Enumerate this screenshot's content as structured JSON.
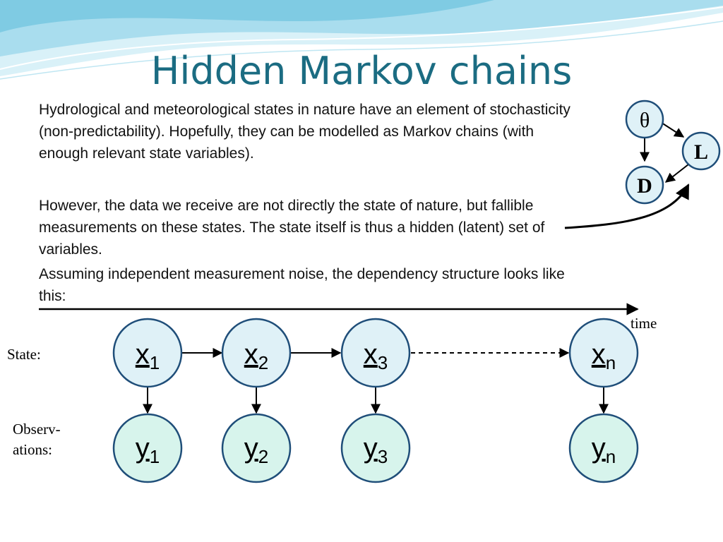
{
  "slide": {
    "title": "Hidden Markov chains",
    "paragraphs": [
      "Hydrological and meteorological states in nature have an element of stochasticity (non-predictability). Hopefully, they can be modelled as Markov chains (with enough relevant state variables).",
      "However, the data we receive are not directly the state of nature, but fallible measurements on these states. The state itself is thus a hidden (latent) set of variables.",
      "Assuming independent measurement noise, the dependency structure looks like this:"
    ],
    "labels": {
      "state": "State:",
      "observations_line1": "Observ-",
      "observations_line2": "ations:",
      "time": "time"
    }
  },
  "small_graph": {
    "nodes": [
      {
        "id": "theta",
        "label": "θ"
      },
      {
        "id": "L",
        "label": "L"
      },
      {
        "id": "D",
        "label": "D"
      }
    ],
    "edges": [
      {
        "from": "theta",
        "to": "L"
      },
      {
        "from": "theta",
        "to": "D"
      },
      {
        "from": "L",
        "to": "D"
      }
    ]
  },
  "chain": {
    "states": [
      {
        "base": "x",
        "sub": "1"
      },
      {
        "base": "x",
        "sub": "2"
      },
      {
        "base": "x",
        "sub": "3"
      },
      {
        "base": "x",
        "sub": "n"
      }
    ],
    "observations": [
      {
        "base": "y",
        "sub": "1"
      },
      {
        "base": "y",
        "sub": "2"
      },
      {
        "base": "y",
        "sub": "3"
      },
      {
        "base": "y",
        "sub": "n"
      }
    ]
  },
  "colors": {
    "title": "#1b6c82",
    "node_stroke": "#1f4e79",
    "state_fill": "#dff1f7",
    "obs_fill": "#d7f4ec",
    "wave_light": "#bfe6f2",
    "wave_mid": "#8fd0e6"
  }
}
